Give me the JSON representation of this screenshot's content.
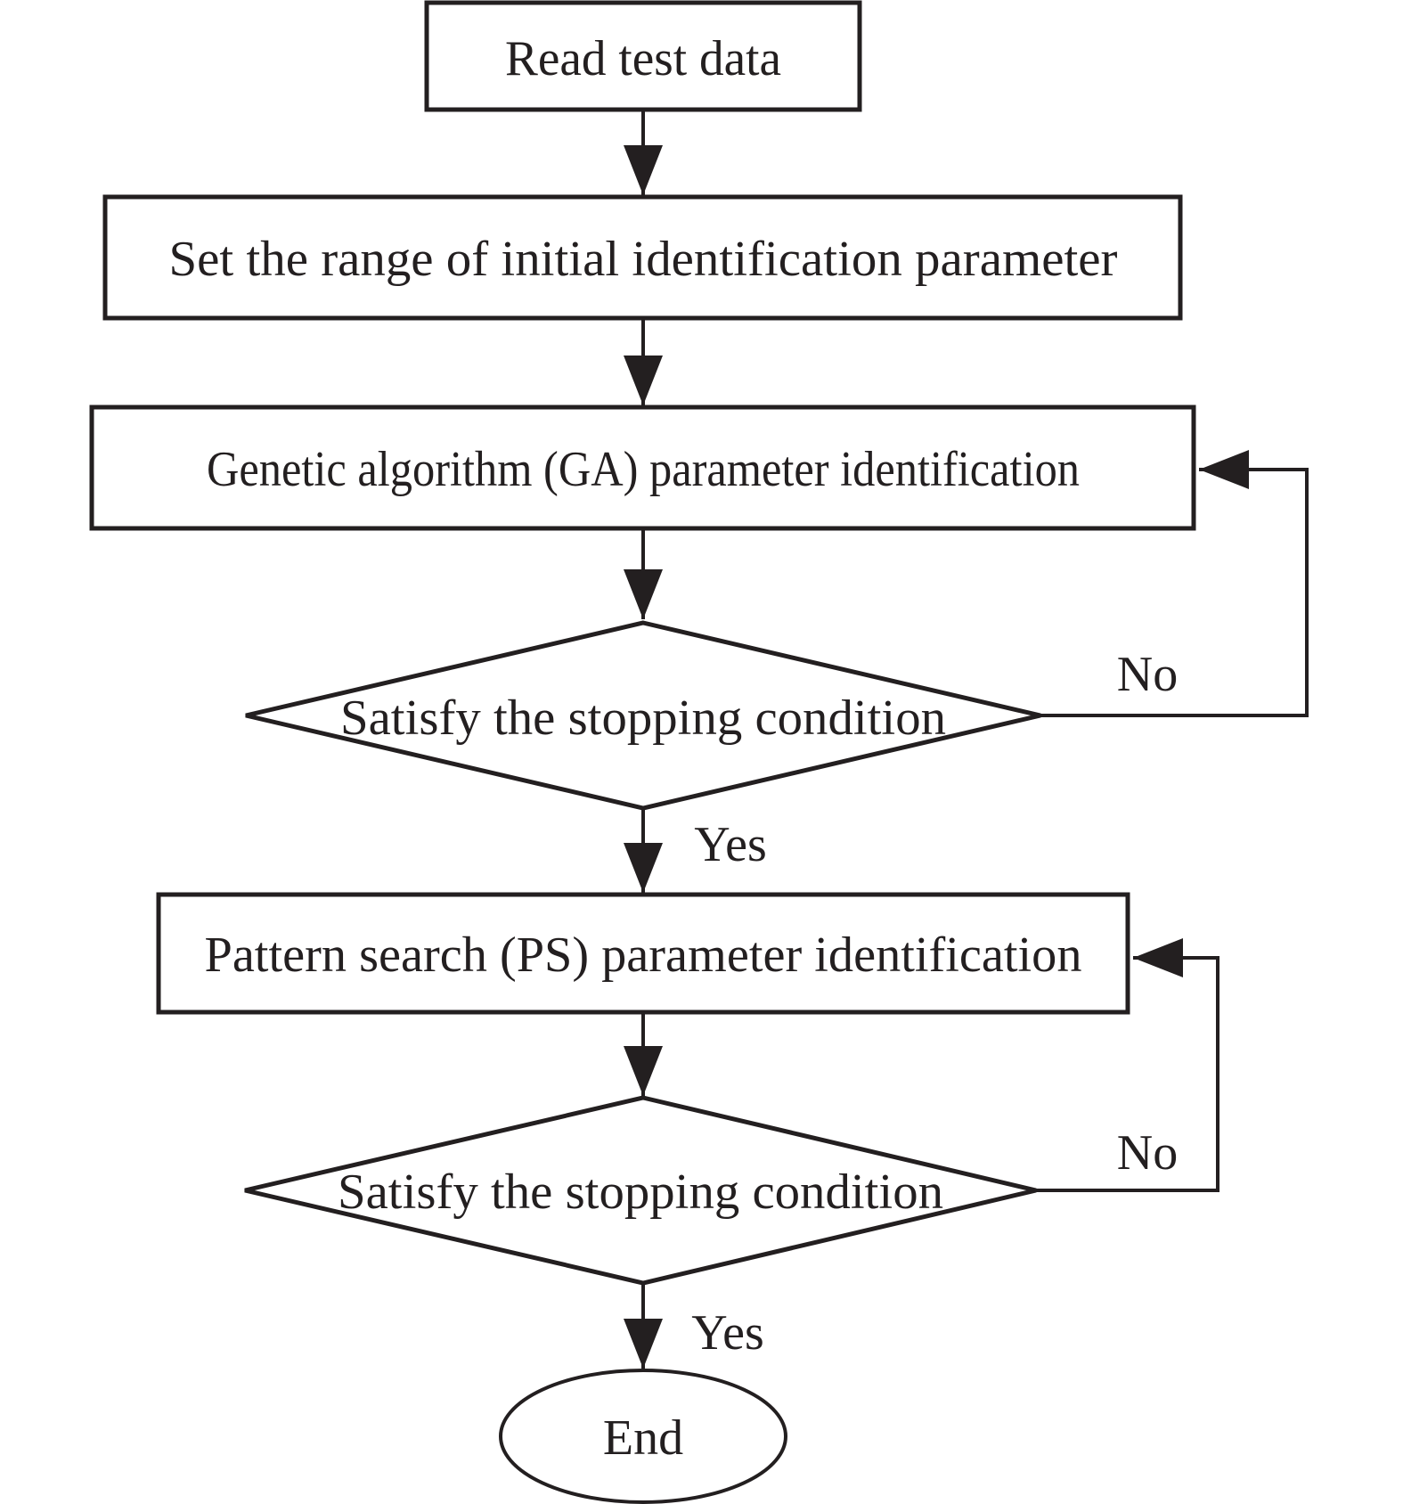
{
  "diagram": {
    "type": "flowchart",
    "description": "Hybrid GA + pattern search parameter identification procedure flowchart"
  },
  "colors": {
    "line": "#231f20",
    "text": "#231f20",
    "background": "#ffffff"
  },
  "nodes": {
    "read_test_data": {
      "shape": "rectangle",
      "label": "Read test data"
    },
    "set_range": {
      "shape": "rectangle",
      "label": "Set the range of initial identification parameter"
    },
    "ga_identification": {
      "shape": "rectangle",
      "label": "Genetic algorithm (GA) parameter identification"
    },
    "ga_stop_check": {
      "shape": "diamond",
      "label": "Satisfy the stopping condition"
    },
    "ps_identification": {
      "shape": "rectangle",
      "label": "Pattern search (PS) parameter identification"
    },
    "ps_stop_check": {
      "shape": "diamond",
      "label": "Satisfy the stopping condition"
    },
    "end": {
      "shape": "ellipse",
      "label": "End"
    }
  },
  "edge_labels": {
    "ga_no": "No",
    "ga_yes": "Yes",
    "ps_no": "No",
    "ps_yes": "Yes"
  }
}
